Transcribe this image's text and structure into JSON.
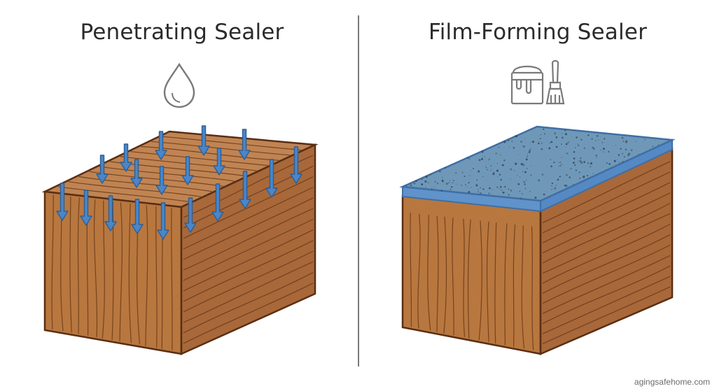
{
  "left_panel": {
    "title": "Penetrating Sealer",
    "icon": "water-drop-icon"
  },
  "right_panel": {
    "title": "Film-Forming Sealer",
    "icons": [
      "paint-can-icon",
      "paint-brush-icon"
    ]
  },
  "watermark": "agingsafehome.com",
  "colors": {
    "wood_top": "#c08453",
    "wood_front": "#b8773f",
    "wood_side": "#9e6232",
    "wood_outline": "#5a2e12",
    "grain": "#6b3a18",
    "arrow": "#4a86c8",
    "arrow_outline": "#2d5f95",
    "film": "#6f98b8",
    "film_edge": "#4e87c4"
  }
}
